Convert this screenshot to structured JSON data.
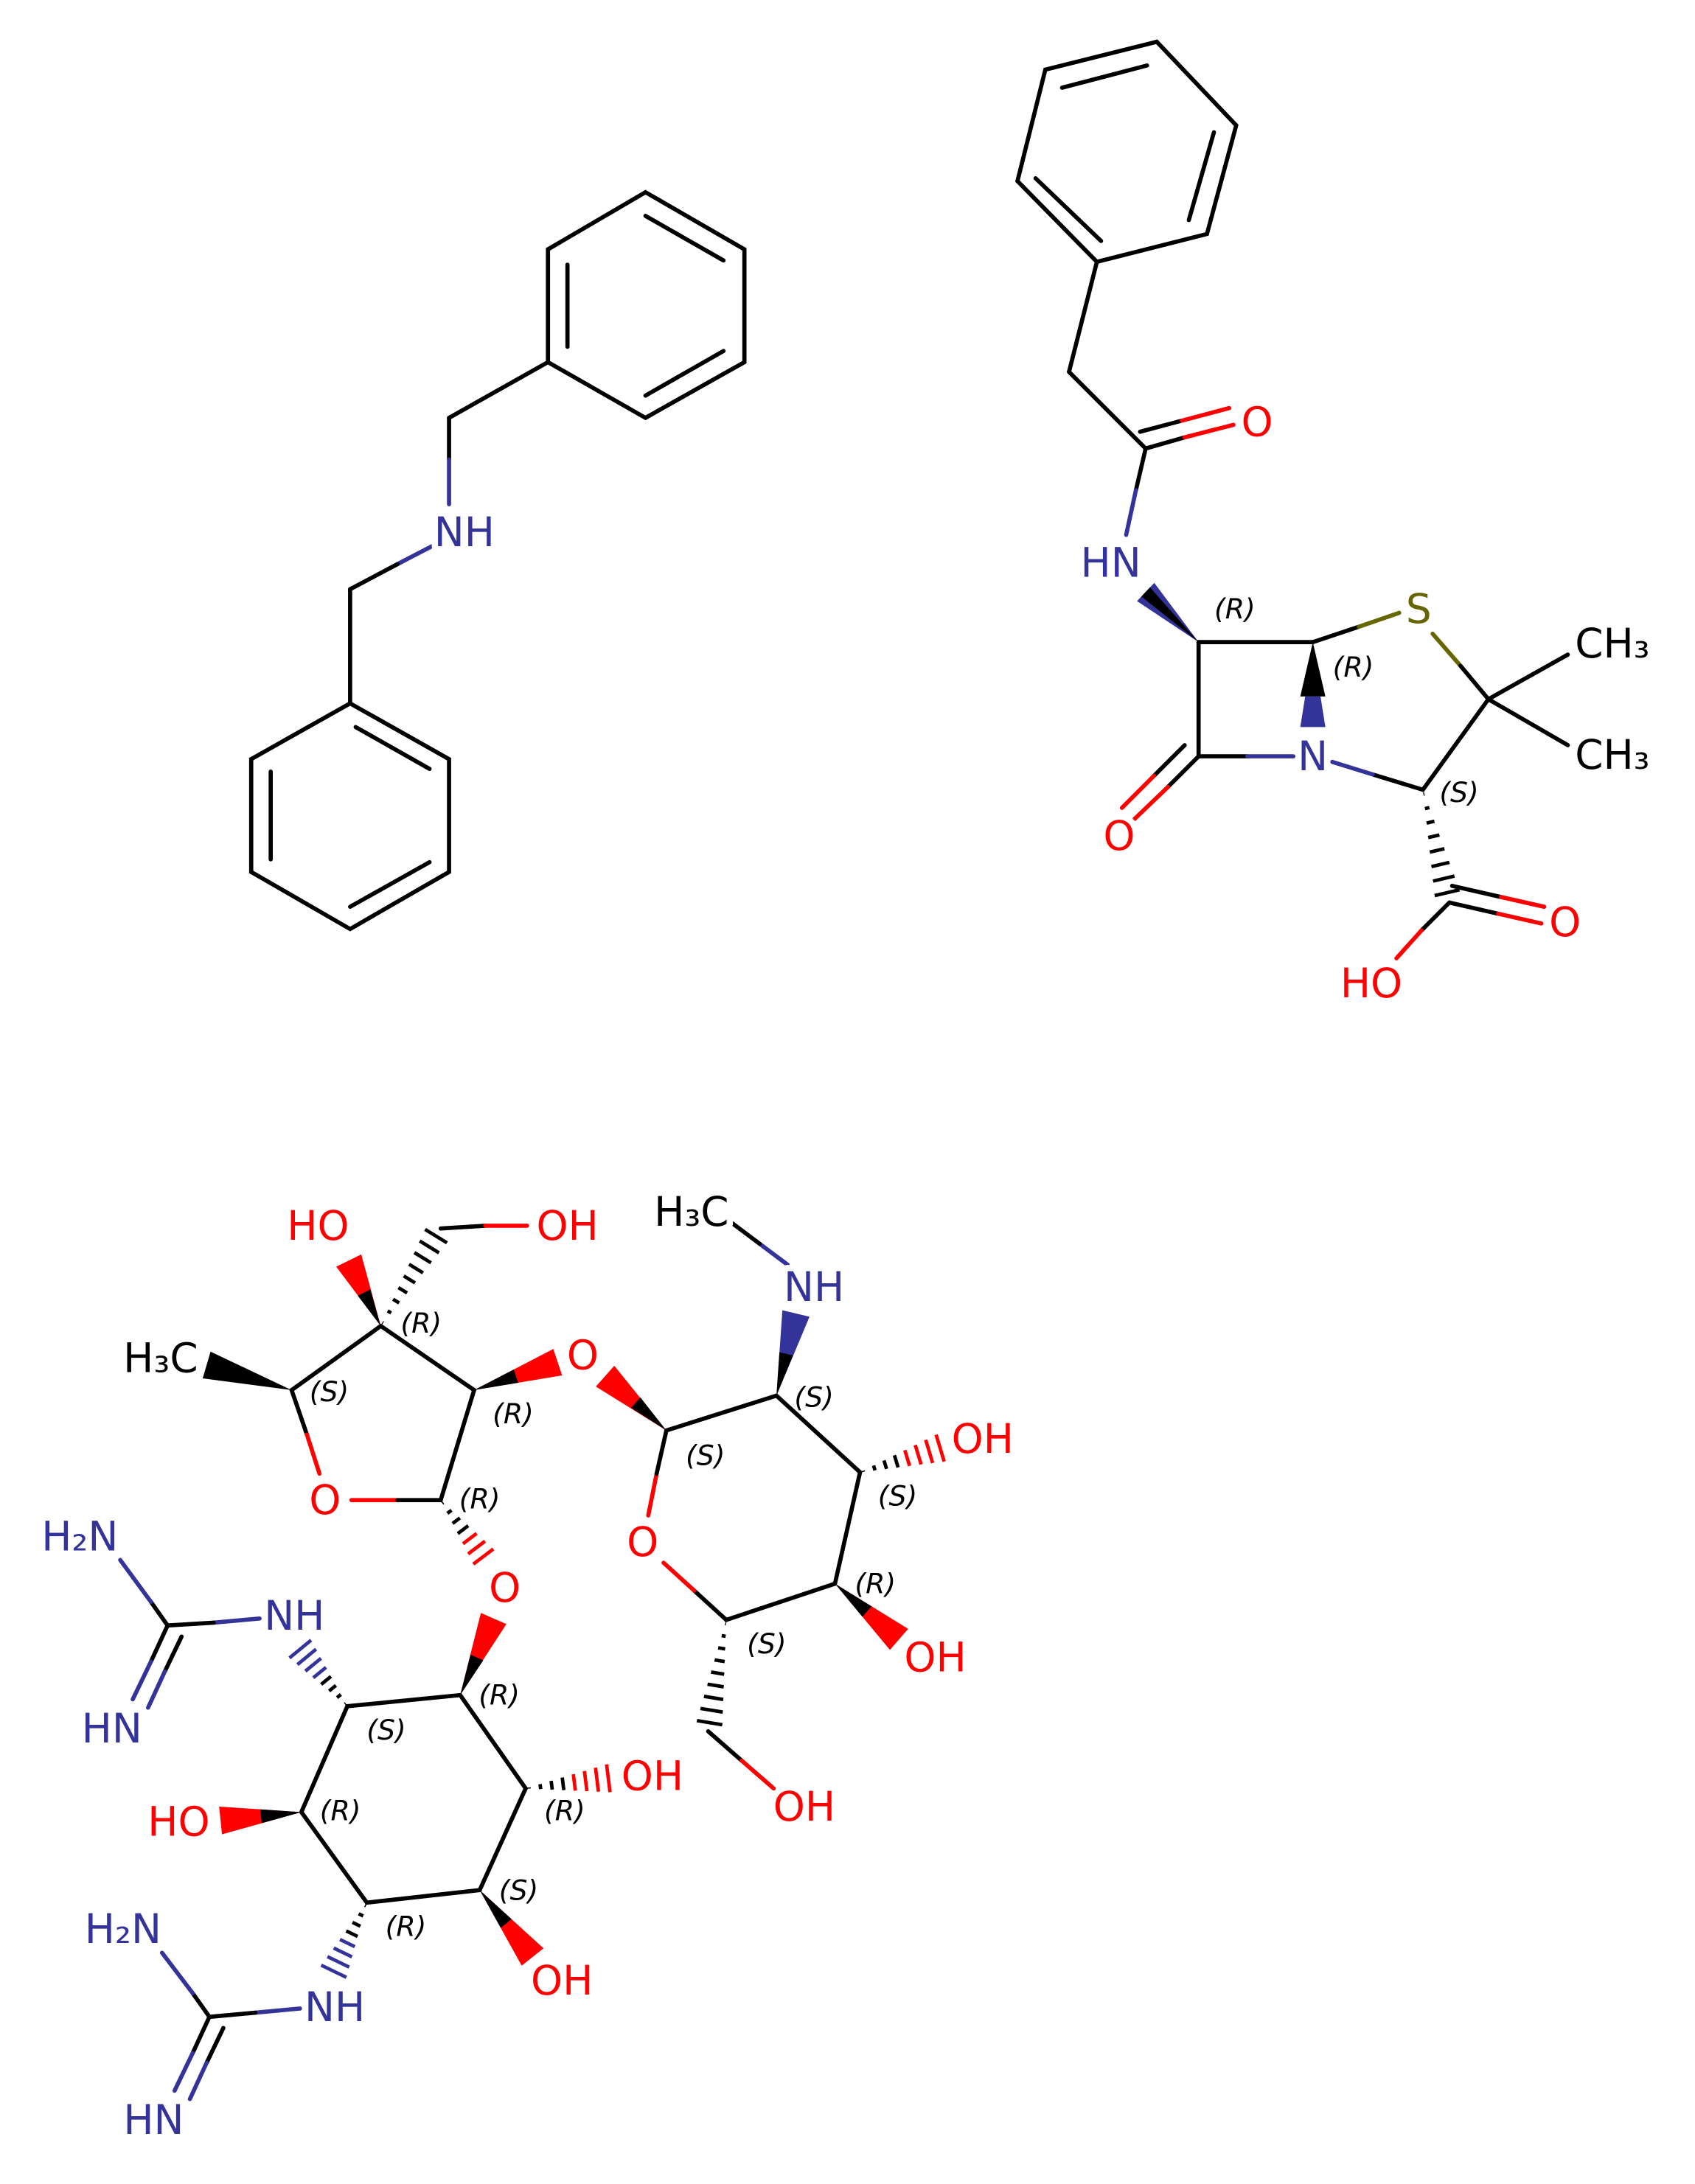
{
  "colors": {
    "nitrogen": "#33339A",
    "oxygen": "#FF0000",
    "sulfur": "#666600",
    "carbon": "#000000"
  },
  "dibenzylamine": {
    "labels": {
      "nh": "NH"
    }
  },
  "penicillin": {
    "labels": {
      "o_amide": "O",
      "hn": "HN",
      "s": "S",
      "ch3_a": "CH₃",
      "ch3_b": "CH₃",
      "n": "N",
      "o_lactam": "O",
      "o_acid": "O",
      "ho": "HO"
    },
    "stereo": [
      "(R)",
      "(R)",
      "(S)"
    ]
  },
  "streptomycin": {
    "labels": {
      "ho_top": "HO",
      "oh_top": "OH",
      "h3c_top": "H₃C",
      "nh_top": "NH",
      "h3c_left": "H₃C",
      "o_link1": "O",
      "o_ring1": "O",
      "oh_3": "OH",
      "o_ring2": "O",
      "oh_4": "OH",
      "o_link2": "O",
      "oh_5": "OH",
      "h2n_1": "H₂N",
      "nh_1": "NH",
      "hn_1": "HN",
      "oh_6": "OH",
      "ho_7": "HO",
      "h2n_2": "H₂N",
      "nh_2": "NH",
      "oh_8": "OH",
      "hn_2": "HN"
    },
    "stereo": [
      "(R)",
      "(S)",
      "(R)",
      "(R)",
      "(S)",
      "(S)",
      "(S)",
      "(R)",
      "(S)",
      "(R)",
      "(S)",
      "(R)",
      "(R)",
      "(S)",
      "(R)"
    ]
  }
}
